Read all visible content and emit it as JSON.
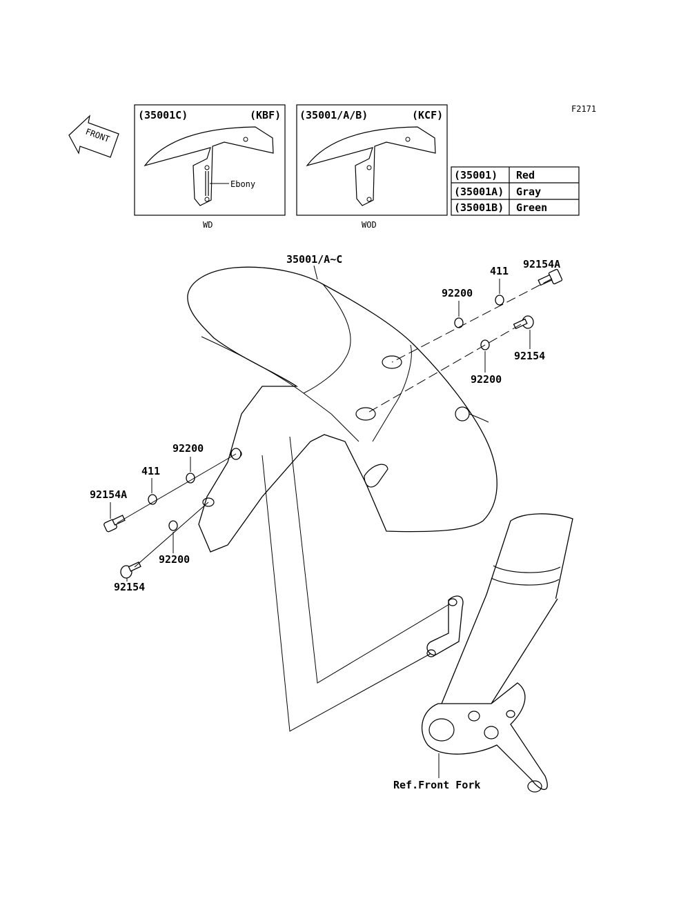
{
  "figure_code": "F2171",
  "front_arrow": {
    "text": "FRONT"
  },
  "boxes": [
    {
      "code": "(35001C)",
      "variant": "(KBF)",
      "caption": "WD",
      "note": "Ebony"
    },
    {
      "code": "(35001/A/B)",
      "variant": "(KCF)",
      "caption": "WOD"
    }
  ],
  "color_table": [
    {
      "code": "(35001)",
      "color": "Red"
    },
    {
      "code": "(35001A)",
      "color": "Gray"
    },
    {
      "code": "(35001B)",
      "color": "Green"
    }
  ],
  "parts": {
    "fender": "35001/A~C",
    "bolt_a_right": "92154A",
    "washer_411_right": "411",
    "washer_92200_right_top": "92200",
    "bolt_right": "92154",
    "washer_92200_right_bottom": "92200",
    "washer_92200_left_top": "92200",
    "washer_411_left": "411",
    "bolt_a_left": "92154A",
    "washer_92200_left_bottom": "92200",
    "bolt_left": "92154",
    "ref_fork": "Ref.Front Fork"
  }
}
